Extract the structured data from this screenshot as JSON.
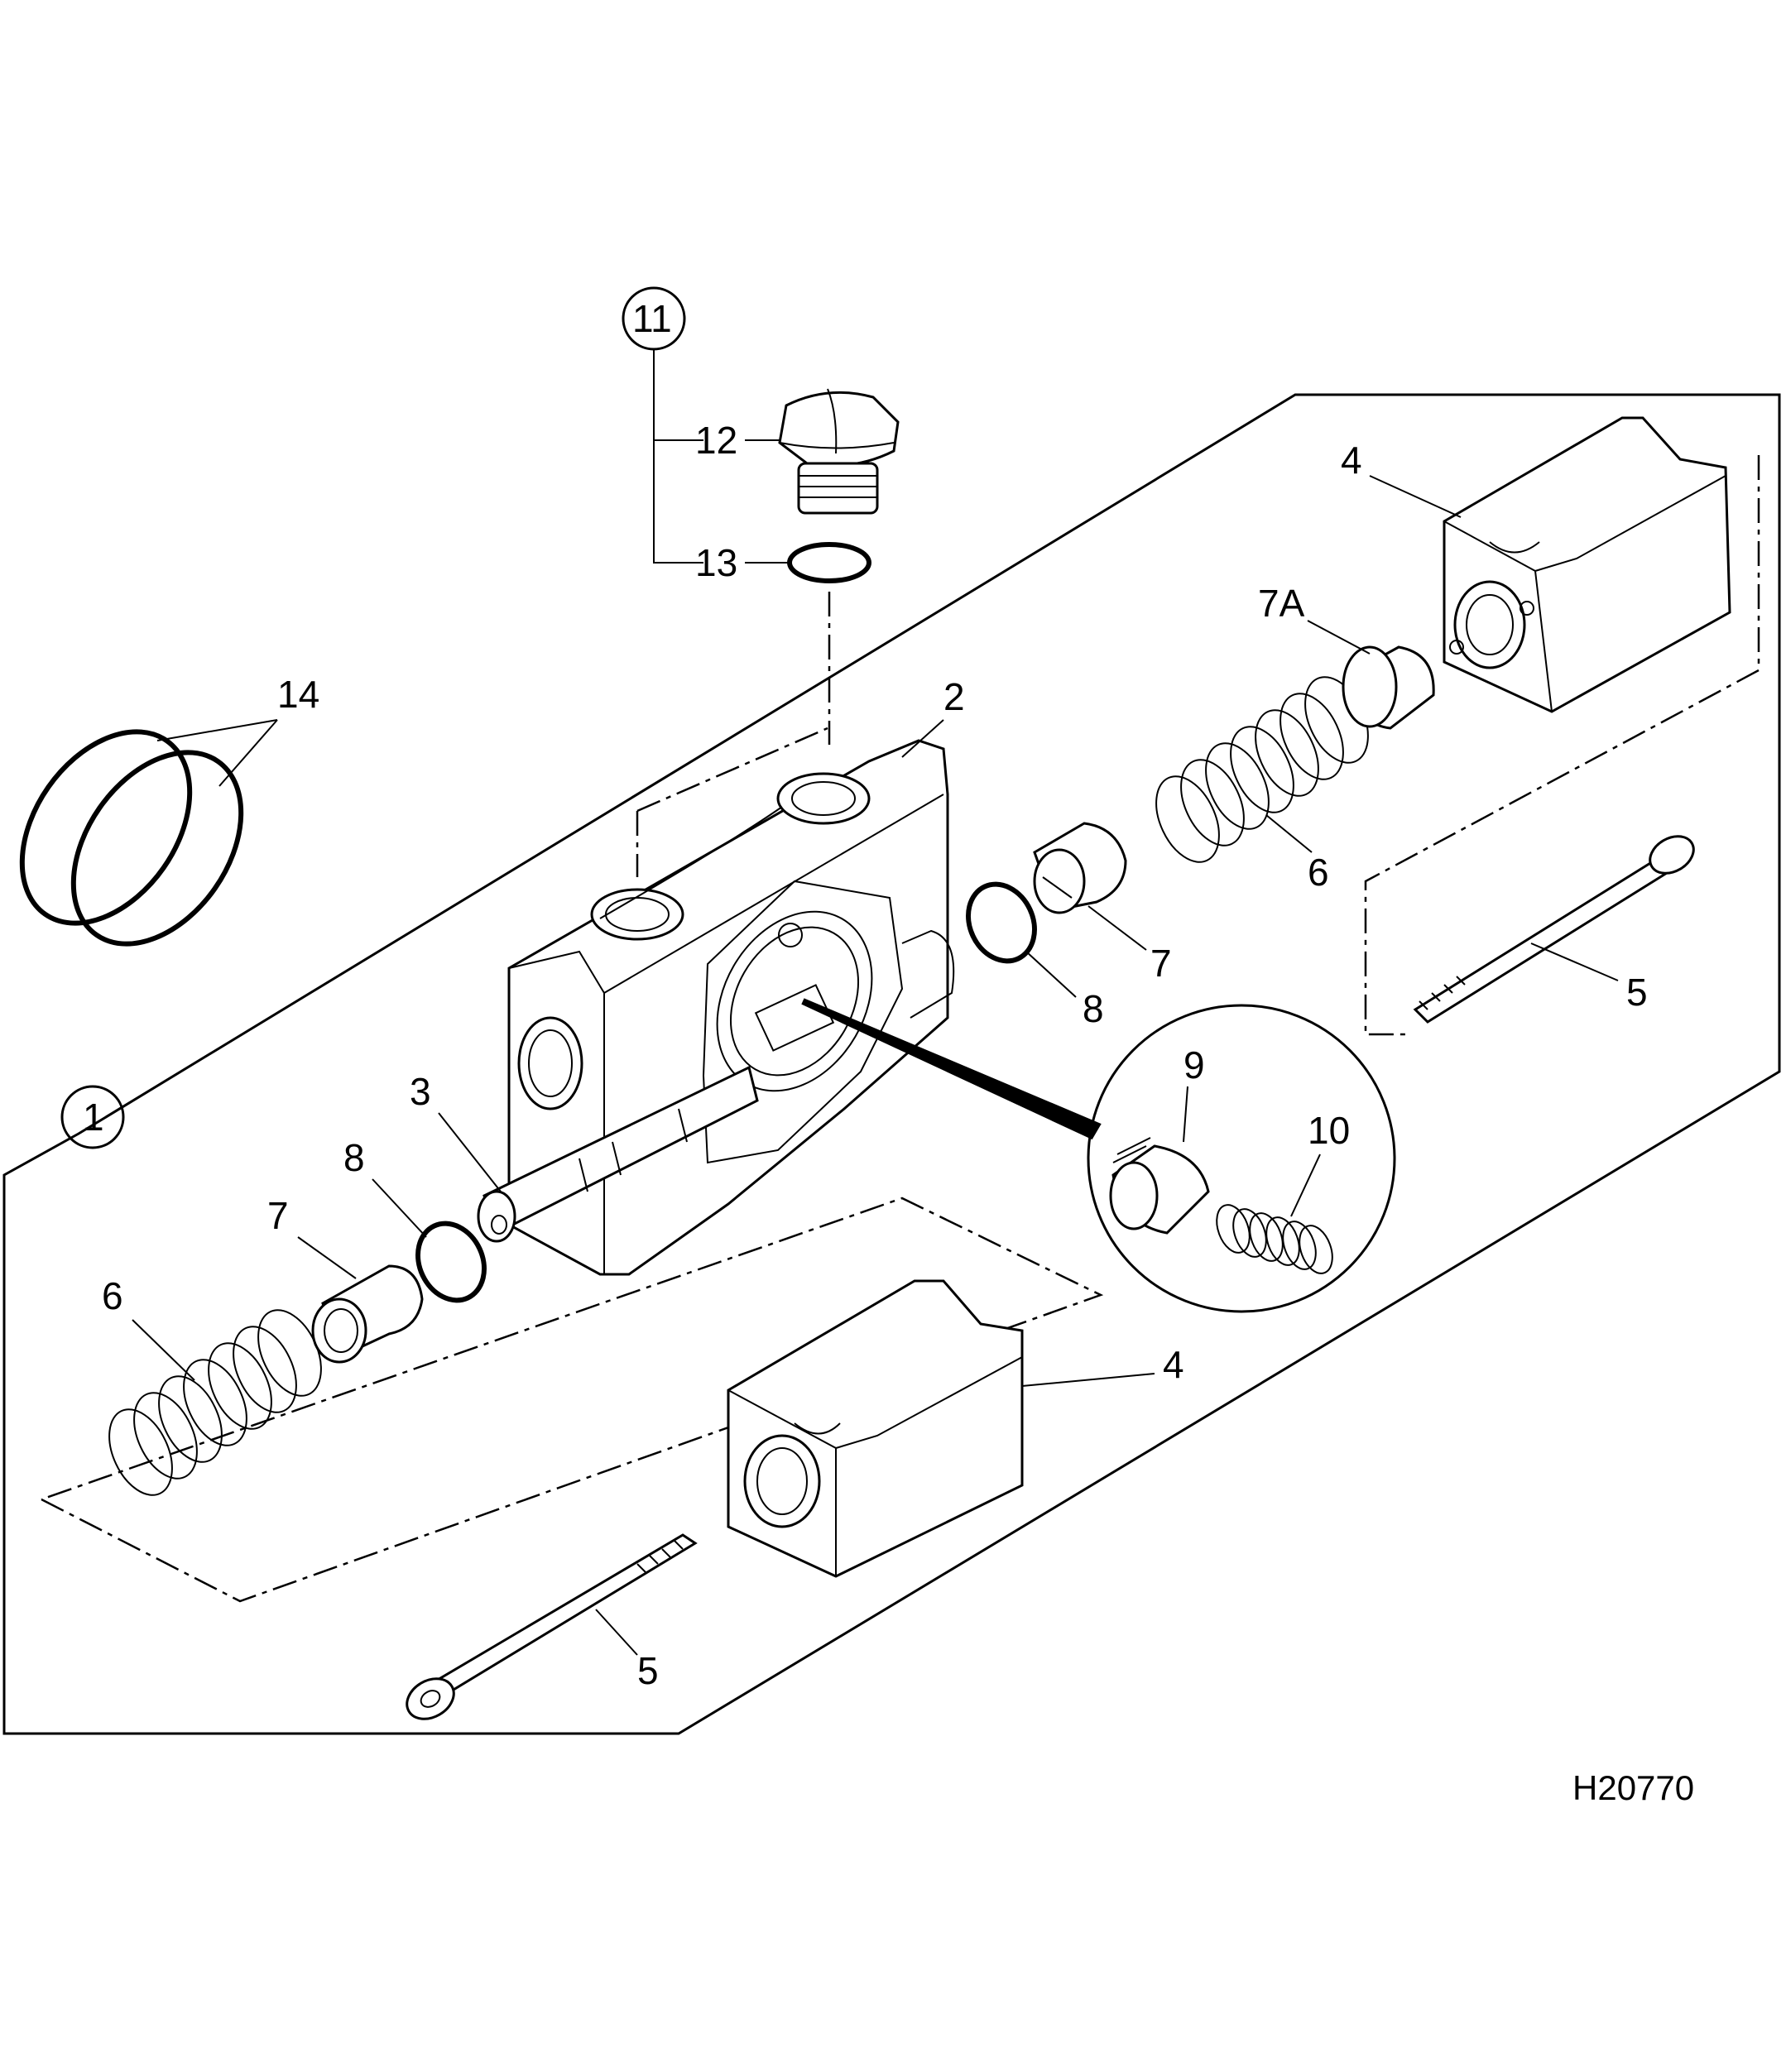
{
  "figure_id": "H20770",
  "callouts": {
    "c1": "1",
    "c2": "2",
    "c3": "3",
    "c4a": "4",
    "c4b": "4",
    "c5a": "5",
    "c5b": "5",
    "c6a": "6",
    "c6b": "6",
    "c7a": "7",
    "c7b": "7",
    "c7A": "7A",
    "c8a": "8",
    "c8b": "8",
    "c9": "9",
    "c10": "10",
    "c11": "11",
    "c12": "12",
    "c13": "13",
    "c14": "14"
  }
}
